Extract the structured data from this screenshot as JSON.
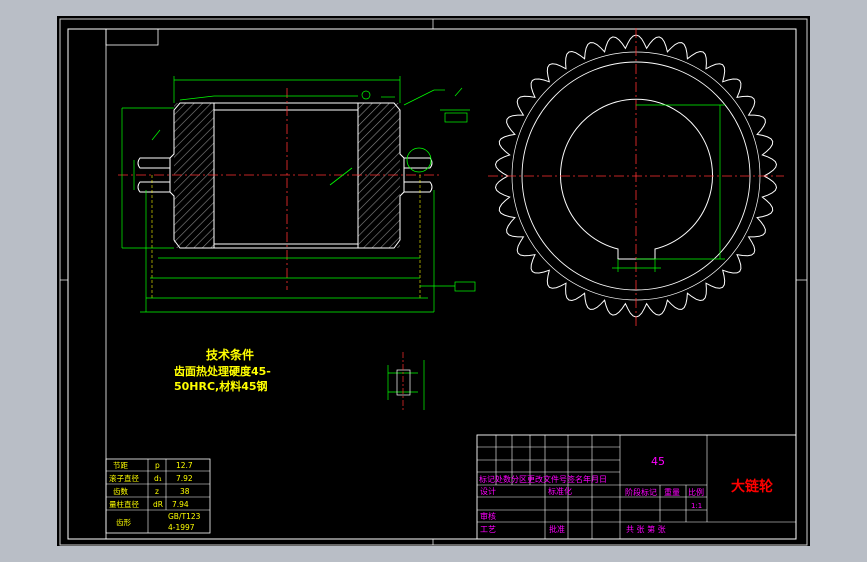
{
  "colors": {
    "background": "#000000",
    "frame": "#ffffff",
    "part_outline": "#ffffff",
    "dimension": "#00ff00",
    "center_line": "#ff0000",
    "hidden_line": "#ffff00",
    "hatch": "#808080",
    "title_block_text": "#ff00ff",
    "table_text": "#ffff00",
    "notes_text": "#ffff00"
  },
  "technical_requirements": {
    "title": "技术条件",
    "line1": "齿面热处理硬度45-",
    "line2": "50HRC,材料45钢"
  },
  "parameter_table": {
    "rows": [
      {
        "name": "节距",
        "symbol": "p",
        "value": "12.7"
      },
      {
        "name": "滚子直径",
        "symbol": "d₁",
        "value": "7.92"
      },
      {
        "name": "齿数",
        "symbol": "z",
        "value": "38"
      },
      {
        "name": "量柱直径",
        "symbol": "dR",
        "value": "7.94"
      },
      {
        "name": "齿形",
        "symbol": "",
        "value": "GB/T123",
        "value2": "4-1997"
      }
    ]
  },
  "title_block": {
    "material": "45",
    "part_name": "大链轮",
    "scale": "1:1",
    "row_labels": {
      "revision": "标记处数分区更改文件号签名年月日",
      "design": "设计",
      "standardization": "标准化",
      "check": "审核",
      "process": "工艺",
      "approve": "批准",
      "stage_mark": "阶段标记",
      "weight": "重量",
      "scale_label": "比例",
      "sheets": "共  张 第  张"
    }
  }
}
